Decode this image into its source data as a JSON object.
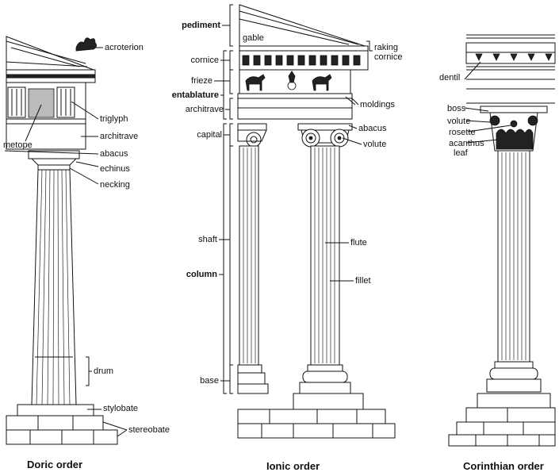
{
  "orders": {
    "doric": {
      "caption": "Doric order",
      "labels": {
        "acroterion": "acroterion",
        "triglyph": "triglyph",
        "architrave": "architrave",
        "metope": "metope",
        "abacus": "abacus",
        "echinus": "echinus",
        "necking": "necking",
        "drum": "drum",
        "stylobate": "stylobate",
        "stereobate": "stereobate"
      }
    },
    "ionic": {
      "caption": "Ionic order",
      "left_labels": {
        "pediment": "pediment",
        "cornice": "cornice",
        "frieze": "frieze",
        "entablature": "entablature",
        "architrave": "architrave",
        "capital": "capital",
        "shaft": "shaft",
        "column": "column",
        "base": "base"
      },
      "right_labels": {
        "gable": "gable",
        "raking_cornice_1": "raking",
        "raking_cornice_2": "cornice",
        "moldings": "moldings",
        "abacus": "abacus",
        "volute": "volute",
        "flute": "flute",
        "fillet": "fillet"
      }
    },
    "corinthian": {
      "caption": "Corinthian order",
      "labels": {
        "dentil": "dentil",
        "boss": "boss",
        "volute": "volute",
        "rosette": "rosette",
        "acanthus_1": "acanthus",
        "acanthus_2": "leaf"
      }
    }
  }
}
